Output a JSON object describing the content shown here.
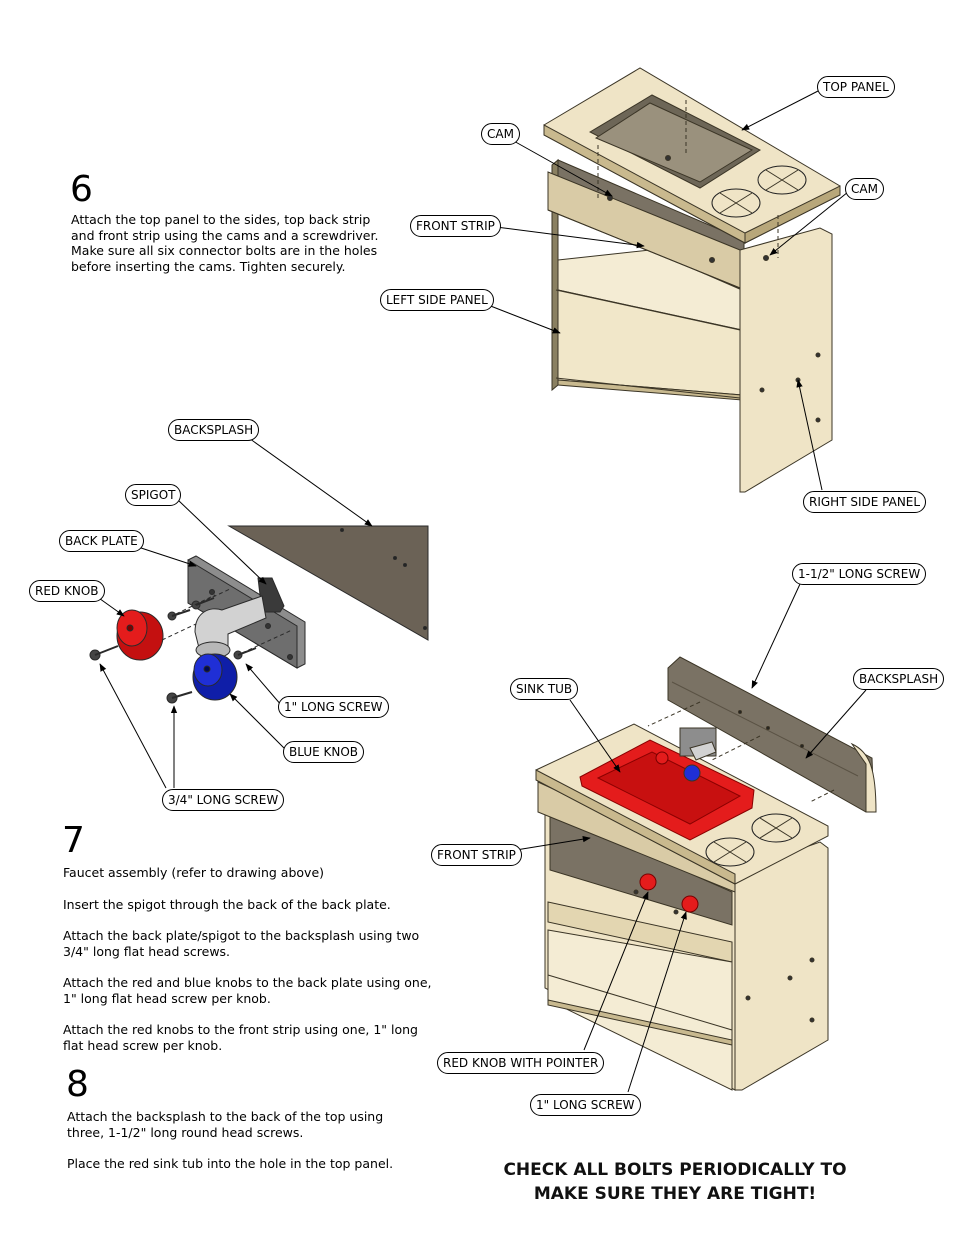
{
  "steps": [
    {
      "number": "6",
      "paragraphs": [
        "Attach the top panel to the sides, top back strip and front strip using the cams and a screwdriver.  Make sure all six connector bolts are in the holes before inserting the cams.  Tighten securely."
      ]
    },
    {
      "number": "7",
      "paragraphs": [
        "Faucet assembly (refer to drawing above)",
        "Insert the spigot through the back of the back plate.",
        "Attach the back plate/spigot to the backsplash using two 3/4\" long flat head screws.",
        "Attach the red and blue knobs to the back plate using one, 1\" long flat head screw per knob.",
        "Attach the red knobs to the front strip using one, 1\" long flat head screw per knob."
      ]
    },
    {
      "number": "8",
      "paragraphs": [
        "Attach the backsplash to the back of the top using three, 1-1/2\" long round head screws.",
        "Place the red sink tub into the hole in the top panel."
      ]
    }
  ],
  "callouts": {
    "top_panel": "TOP PANEL",
    "cam_left": "CAM",
    "cam_right": "CAM",
    "front_strip_1": "FRONT STRIP",
    "left_side_panel": "LEFT SIDE PANEL",
    "right_side_panel": "RIGHT SIDE PANEL",
    "backsplash_1": "BACKSPLASH",
    "spigot": "SPIGOT",
    "back_plate": "BACK PLATE",
    "red_knob": "RED KNOB",
    "one_inch_screw_1": "1\" LONG SCREW",
    "blue_knob": "BLUE KNOB",
    "three_quarter_screw": "3/4\" LONG SCREW",
    "one_half_screw": "1-1/2\" LONG SCREW",
    "backsplash_2": "BACKSPLASH",
    "sink_tub": "SINK TUB",
    "front_strip_2": "FRONT STRIP",
    "red_knob_pointer": "RED KNOB WITH POINTER",
    "one_inch_screw_2": "1\" LONG SCREW"
  },
  "warning": {
    "line1": "CHECK ALL BOLTS PERIODICALLY TO",
    "line2": "MAKE SURE THEY ARE TIGHT!"
  },
  "colors": {
    "wood": "#efe4c6",
    "wood_dark": "#d9cba6",
    "edge": "#8a8061",
    "panel_dark": "#6b6256",
    "plate": "#8d8d8d",
    "red": "#e41c1c",
    "blue": "#1f2fd6"
  }
}
